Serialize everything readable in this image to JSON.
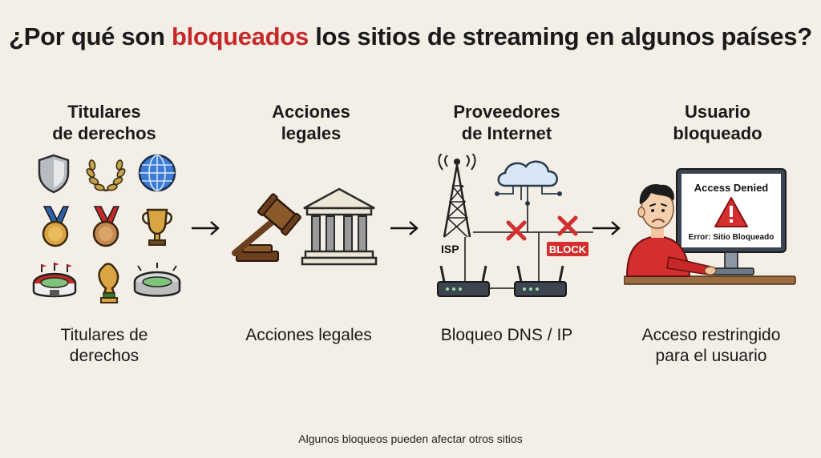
{
  "title": {
    "before": "¿Por qué son ",
    "highlight": "bloqueados",
    "after": " los sitios de streaming en algunos países?",
    "highlight_color": "#c62828"
  },
  "columns": [
    {
      "head_line1": "Titulares",
      "head_line2": "de derechos",
      "foot_line1": "Titulares de",
      "foot_line2": "derechos"
    },
    {
      "head_line1": "Acciones",
      "head_line2": "legales",
      "foot_line1": "Acciones legales",
      "foot_line2": ""
    },
    {
      "head_line1": "Proveedores",
      "head_line2": "de Internet",
      "foot_line1": "Bloqueo DNS / IP",
      "foot_line2": ""
    },
    {
      "head_line1": "Usuario",
      "head_line2": "bloqueado",
      "foot_line1": "Acceso restringido",
      "foot_line2": "para el usuario"
    }
  ],
  "isp_label": "ISP",
  "block_label": "BLOCK",
  "screen": {
    "heading": "Access Denied",
    "error": "Error: Sitio Bloqueado"
  },
  "footnote": "Algunos bloqueos pueden afectar otros sitios",
  "icons": {
    "col1": [
      "shield-icon",
      "laurel-wreath-icon",
      "globe-icon",
      "gold-medal-icon",
      "bronze-medal-icon",
      "trophy-icon",
      "stadium-icon",
      "world-cup-trophy-icon",
      "arena-icon"
    ],
    "col2": [
      "gavel-icon",
      "courthouse-icon"
    ],
    "col3": [
      "cell-tower-icon",
      "cloud-network-icon",
      "router-icon",
      "block-x-icon"
    ],
    "col4": [
      "frustrated-user-icon",
      "monitor-icon",
      "warning-icon"
    ]
  },
  "colors": {
    "red": "#d32f2f",
    "dark": "#222222",
    "blue": "#3a7bd5"
  }
}
